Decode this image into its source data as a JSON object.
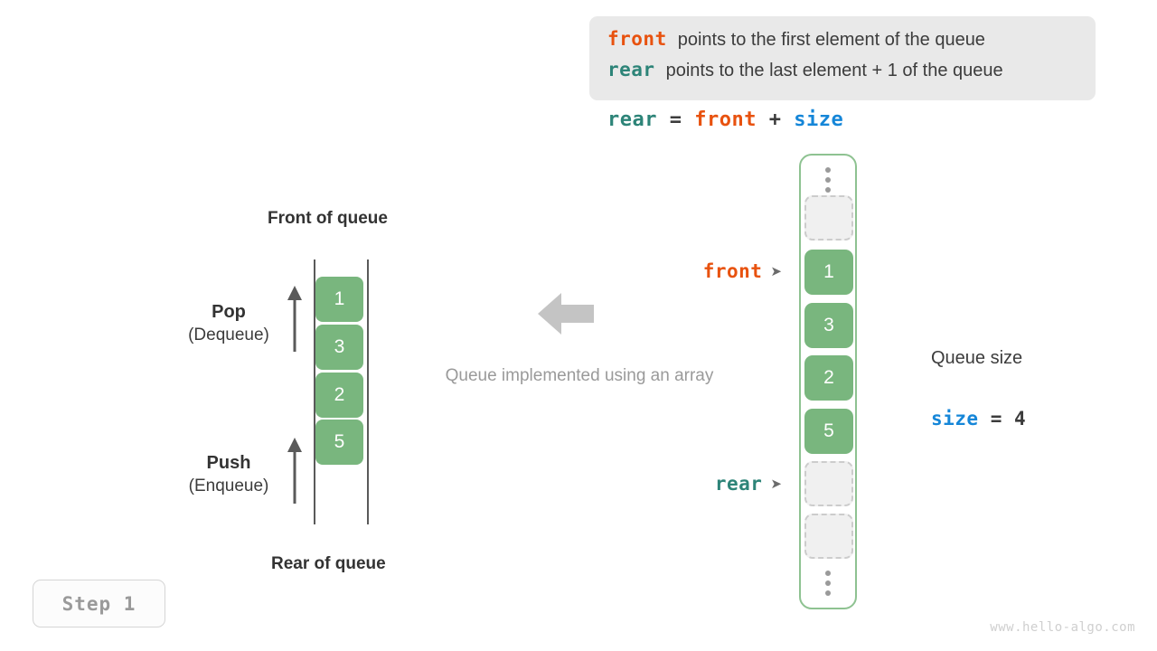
{
  "legend": {
    "lines": [
      {
        "keyword": "front",
        "keyword_color": "#e8520f",
        "text": "points to the first element of the queue"
      },
      {
        "keyword": "rear",
        "keyword_color": "#2d8478",
        "text": "points to the last element + 1 of the queue"
      }
    ]
  },
  "formula": {
    "lhs": "rear",
    "eq": "=",
    "rhs1": "front",
    "plus": "+",
    "rhs2": "size"
  },
  "left_queue": {
    "top_label": "Front of queue",
    "bottom_label": "Rear of queue",
    "cells": [
      "1",
      "3",
      "2",
      "5"
    ],
    "pop": {
      "title": "Pop",
      "subtitle": "(Dequeue)"
    },
    "push": {
      "title": "Push",
      "subtitle": "(Enqueue)"
    }
  },
  "center": {
    "caption": "Queue implemented using an array",
    "arrow_direction": "left",
    "arrow_color": "#c4c4c4"
  },
  "array": {
    "top_ellipsis": "⋮",
    "bottom_ellipsis": "⋮",
    "slots": [
      {
        "value": "",
        "state": "empty"
      },
      {
        "value": "1",
        "state": "filled"
      },
      {
        "value": "3",
        "state": "filled"
      },
      {
        "value": "2",
        "state": "filled"
      },
      {
        "value": "5",
        "state": "filled"
      },
      {
        "value": "",
        "state": "empty"
      },
      {
        "value": "",
        "state": "empty"
      }
    ],
    "border_color": "#8ec291",
    "filled_color": "#79b67e"
  },
  "pointers": {
    "front": {
      "label": "front",
      "arrowhead": "➤",
      "color": "#e8520f"
    },
    "rear": {
      "label": "rear",
      "arrowhead": "➤",
      "color": "#2d8478"
    }
  },
  "queue_size": {
    "title": "Queue size",
    "var": "size",
    "eq": "=",
    "value": "4"
  },
  "step_badge": {
    "label": "Step 1"
  },
  "watermark": {
    "text": "www.hello-algo.com"
  }
}
